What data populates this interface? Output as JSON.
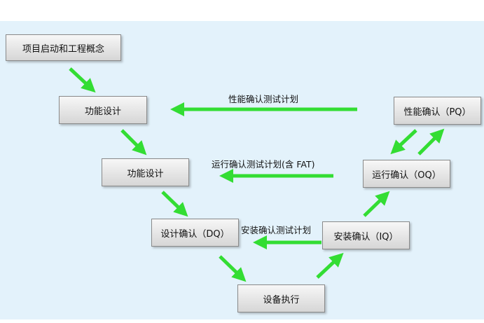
{
  "nodes": {
    "project_start": "项目启动和工程概念",
    "functional_design_1": "功能设计",
    "functional_design_2": "功能设计",
    "design_qualification": "设计确认（DQ）",
    "equipment_execution": "设备执行",
    "installation_qualification": "安装确认（IQ）",
    "operational_qualification": "运行确认（OQ）",
    "performance_qualification": "性能确认（PQ）"
  },
  "edge_labels": {
    "pq_test_plan": "性能确认测试计划",
    "oq_test_plan": "运行确认测试计划(含 FAT)",
    "iq_test_plan": "安装确认测试计划"
  },
  "colors": {
    "arrow": "#33dd33",
    "background": "#e3f2fb"
  }
}
